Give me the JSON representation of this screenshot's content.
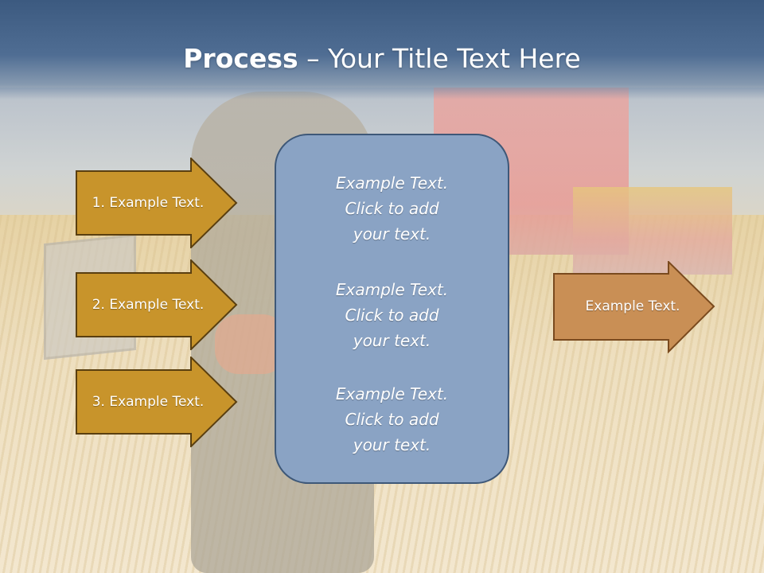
{
  "slide": {
    "title_bold": "Process",
    "title_rest": " – Your Title Text Here"
  },
  "left_arrows": [
    {
      "label": "1. Example Text."
    },
    {
      "label": "2. Example Text."
    },
    {
      "label": "3. Example Text."
    }
  ],
  "center_panel": {
    "blocks": [
      {
        "line1": "Example Text.",
        "line2": "Click  to add",
        "line3": "your text."
      },
      {
        "line1": "Example Text.",
        "line2": "Click  to add",
        "line3": "your text."
      },
      {
        "line1": "Example Text.",
        "line2": "Click  to add",
        "line3": "your text."
      }
    ]
  },
  "right_arrow": {
    "label": "Example Text."
  },
  "colors": {
    "left_arrow_fill": "#c8942b",
    "left_arrow_border": "#5a3f10",
    "right_arrow_fill": "#c98f55",
    "right_arrow_border": "#7a4a1e",
    "panel_fill": "#8aa3c4",
    "panel_border": "#3e5878",
    "title_band": "#3c5a80"
  }
}
